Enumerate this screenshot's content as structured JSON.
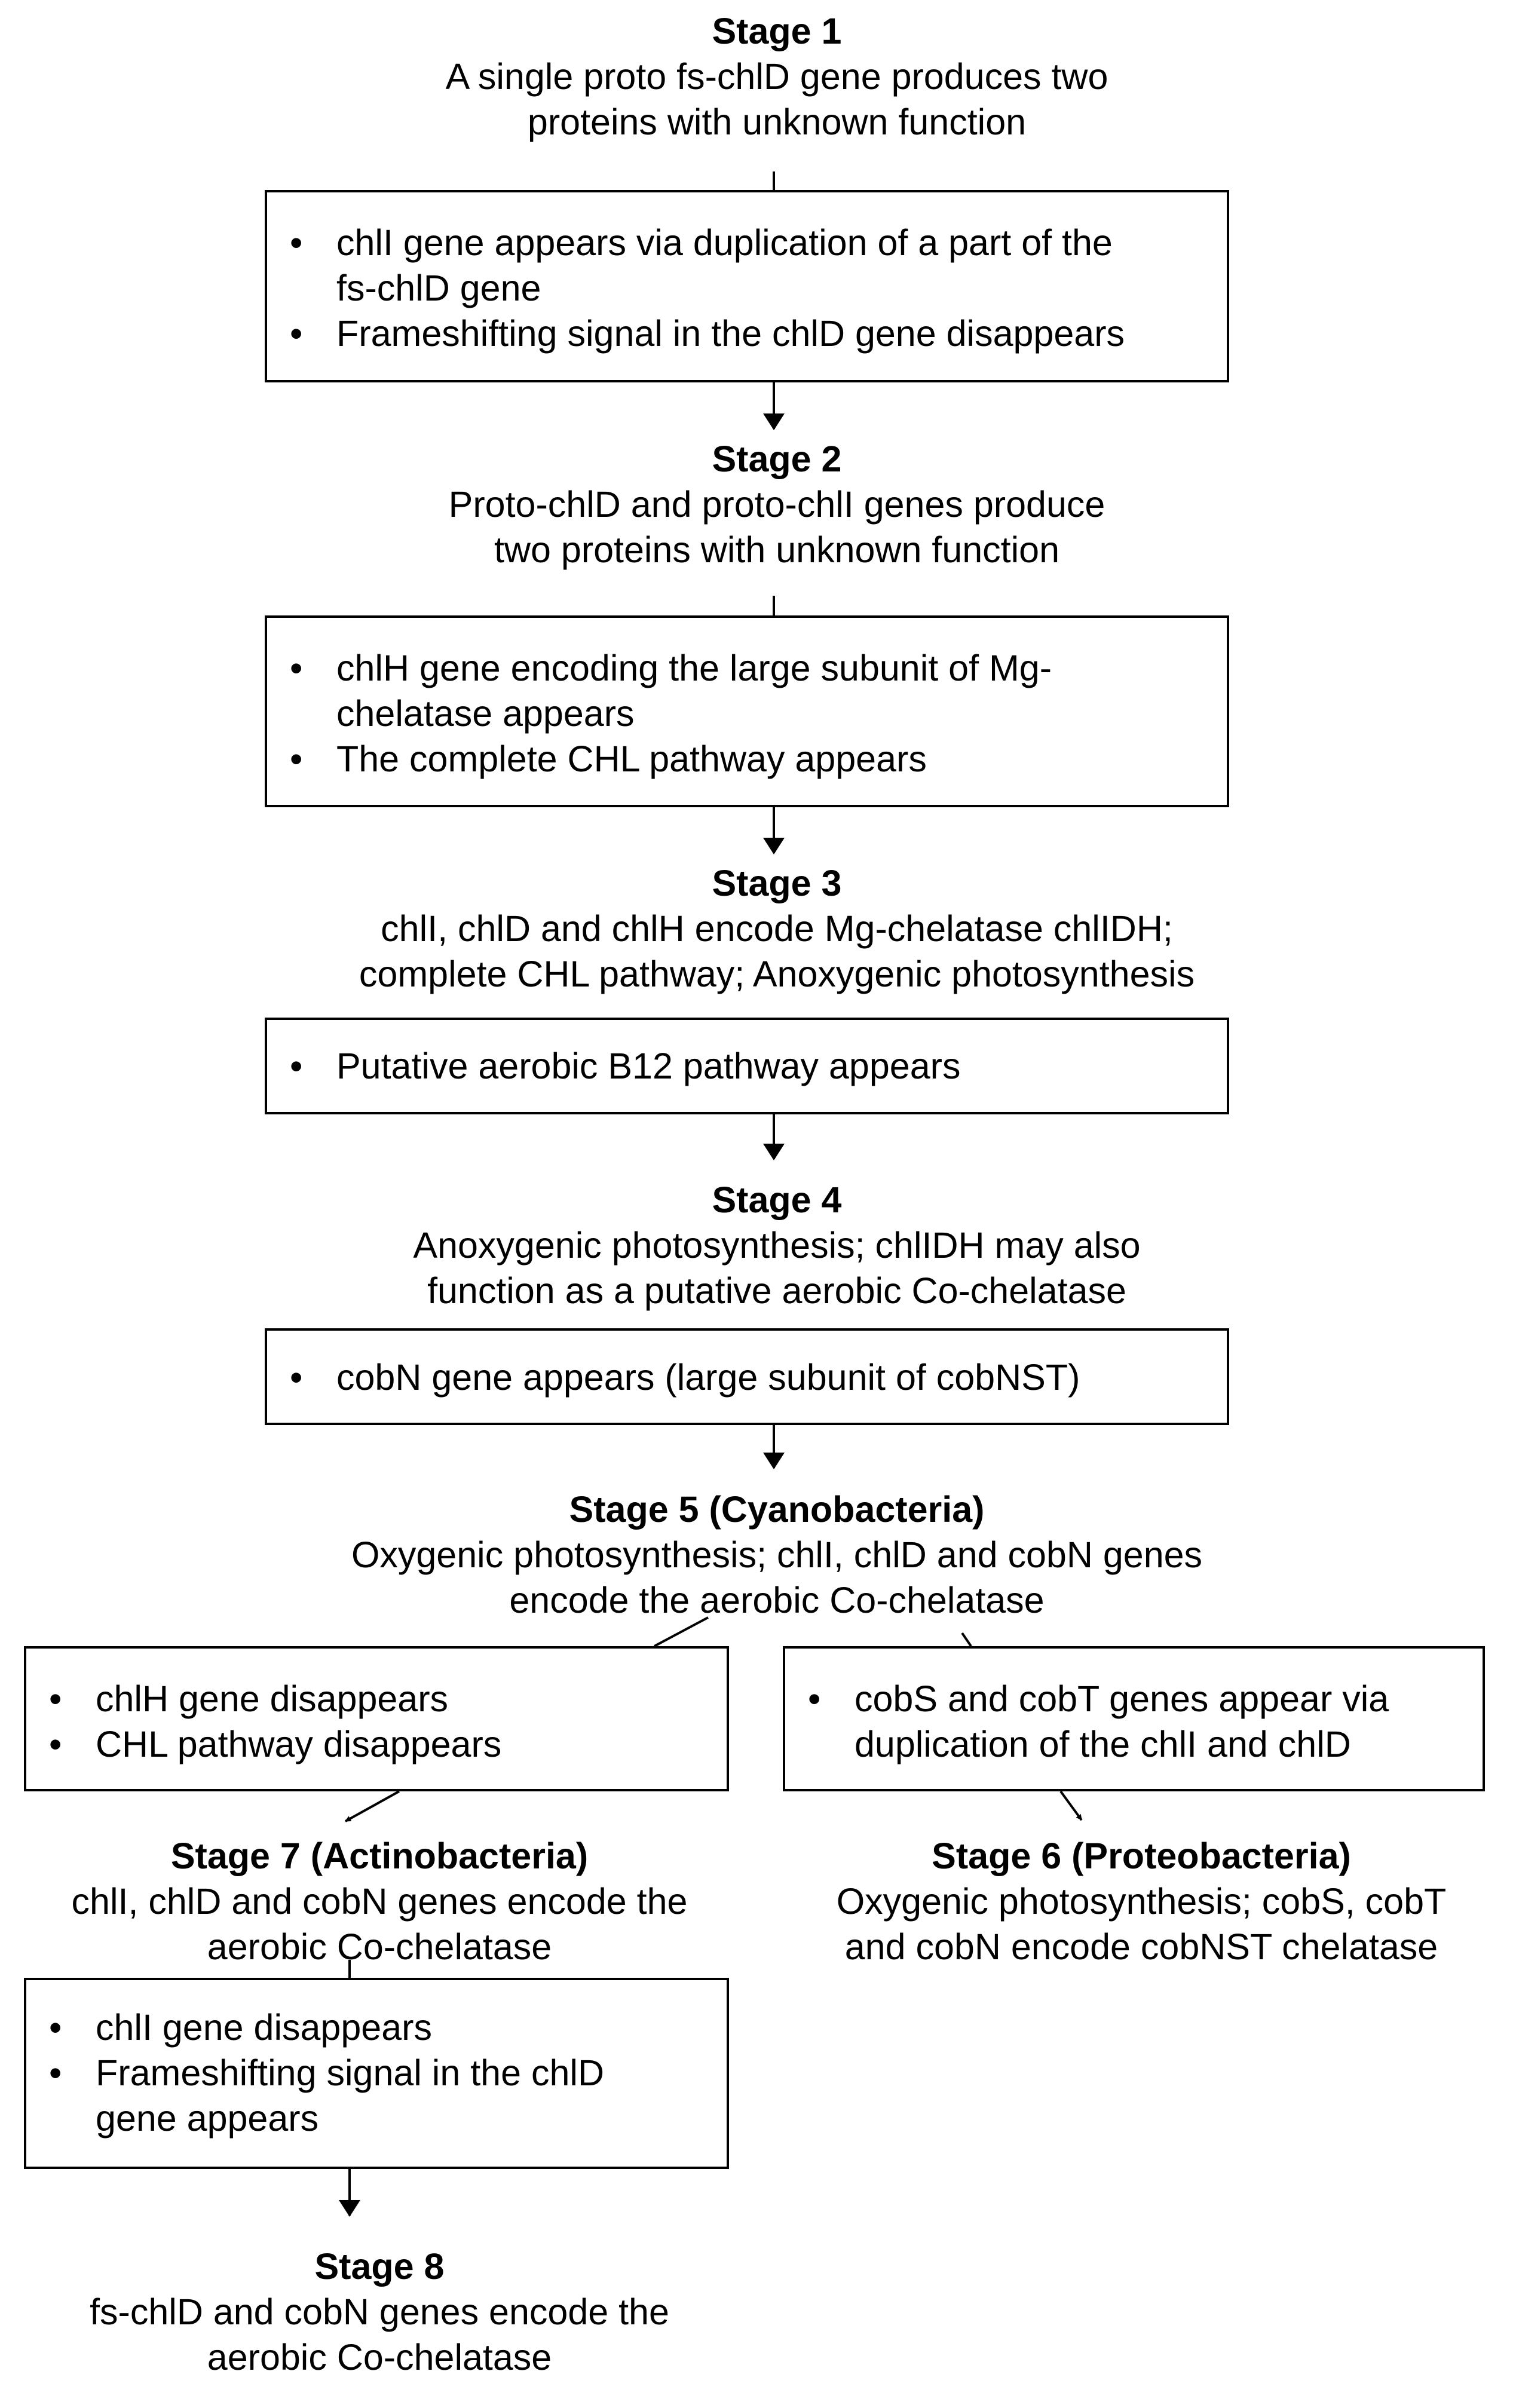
{
  "stages": [
    {
      "title": "Stage 1",
      "description": "A single proto fs-chlD gene produces two\nproteins with unknown function"
    },
    {
      "title": "Stage 2",
      "description": "Proto-chlD and proto-chlI genes produce\ntwo proteins with unknown function"
    },
    {
      "title": "Stage 3",
      "description": "chlI, chlD and chlH encode Mg-chelatase chlIDH;\ncomplete CHL pathway; Anoxygenic photosynthesis"
    },
    {
      "title": "Stage 4",
      "description": "Anoxygenic photosynthesis; chlIDH may also\nfunction as a putative aerobic Co-chelatase"
    },
    {
      "title": "Stage 5 (Cyanobacteria)",
      "description": "Oxygenic photosynthesis; chlI, chlD and cobN genes\nencode the aerobic Co-chelatase"
    },
    {
      "title": "Stage 7 (Actinobacteria)",
      "description": "chlI, chlD and cobN genes encode the\naerobic Co-chelatase"
    },
    {
      "title": "Stage 6 (Proteobacteria)",
      "description": "Oxygenic photosynthesis; cobS, cobT\nand cobN encode cobNST chelatase"
    },
    {
      "title": "Stage 8",
      "description": "fs-chlD and cobN genes encode the\naerobic Co-chelatase"
    }
  ],
  "boxes": [
    {
      "bullets": [
        "chlI gene appears via duplication of a part of the\nfs-chlD gene",
        "Frameshifting signal in the chlD gene disappears"
      ]
    },
    {
      "bullets": [
        "chlH gene encoding the large subunit of Mg-\nchelatase appears",
        "The complete CHL pathway appears"
      ]
    },
    {
      "bullets": [
        "Putative aerobic B12 pathway appears"
      ]
    },
    {
      "bullets": [
        "cobN gene appears (large subunit of cobNST)"
      ]
    },
    {
      "bullets": [
        "chlH gene disappears",
        "CHL pathway disappears"
      ]
    },
    {
      "bullets": [
        "cobS and cobT genes appear via\nduplication of the chlI and chlD"
      ]
    },
    {
      "bullets": [
        "chlI gene disappears",
        "Frameshifting signal in the chlD\ngene appears"
      ]
    }
  ]
}
